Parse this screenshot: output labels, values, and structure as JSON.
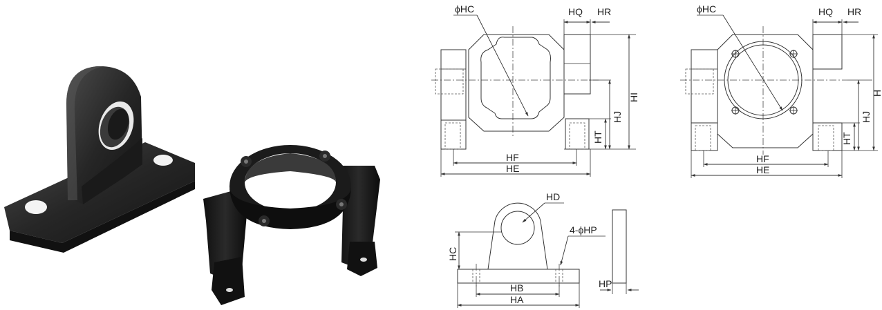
{
  "labels": {
    "hc_dia": "ϕHC",
    "hq": "HQ",
    "hr": "HR",
    "hi": "HI",
    "hj": "HJ",
    "ht": "HT",
    "hf": "HF",
    "he": "HE",
    "h": "H",
    "hd": "HD",
    "hp_holes": "4-ϕHP",
    "hc": "HC",
    "hb": "HB",
    "ha": "HA",
    "hp": "HP"
  },
  "colors": {
    "metal_dark": "#1c1c1c",
    "metal_mid": "#2e2e2e",
    "metal_light": "#4a4a4a",
    "line": "#333333"
  },
  "icons": [
    "pillow-block-bracket-photo",
    "ring-mount-bracket-photo"
  ]
}
